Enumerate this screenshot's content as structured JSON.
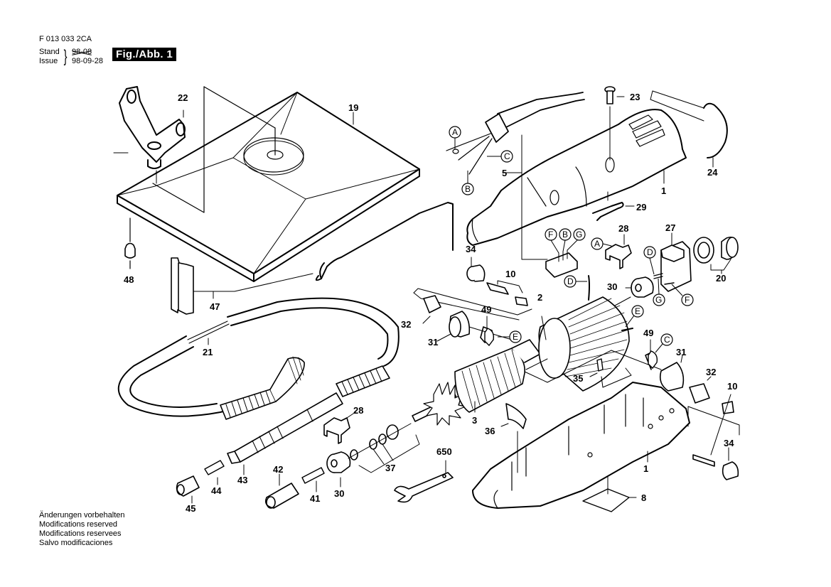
{
  "header": {
    "doc_number": "F 013 033 2CA",
    "stand_label": "Stand",
    "stand_value": "98-08",
    "issue_label": "Issue",
    "issue_value": "98-09-28",
    "figure_label": "Fig./Abb. 1"
  },
  "footer": {
    "lines": [
      "Änderungen vorbehalten",
      "Modifications reserved",
      "Modifications reservees",
      "Salvo modificaciones"
    ]
  },
  "callouts": {
    "c22": "22",
    "c19": "19",
    "c48": "48",
    "c47": "47",
    "c21": "21",
    "c23": "23",
    "c24": "24",
    "c1a": "1",
    "c5": "5",
    "c29": "29",
    "c28a": "28",
    "c27": "27",
    "c20": "20",
    "c34a": "34",
    "c10a": "10",
    "c2": "2",
    "c30a": "30",
    "c32a": "32",
    "c31a": "31",
    "c49a": "49",
    "c49b": "49",
    "c31b": "31",
    "c32b": "32",
    "c10b": "10",
    "c35": "35",
    "c3": "3",
    "c36": "36",
    "c1b": "1",
    "c34b": "34",
    "c8": "8",
    "c650": "650",
    "c28b": "28",
    "c37": "37",
    "c42": "42",
    "c41": "41",
    "c30b": "30",
    "c43": "43",
    "c44": "44",
    "c45": "45"
  },
  "connectors": {
    "A1": "A",
    "B1": "B",
    "C1": "C",
    "F1": "F",
    "B2": "B",
    "G1": "G",
    "A2": "A",
    "D1": "D",
    "D2": "D",
    "G2": "G",
    "F2": "F",
    "E1": "E",
    "E2": "E",
    "C2": "C"
  }
}
